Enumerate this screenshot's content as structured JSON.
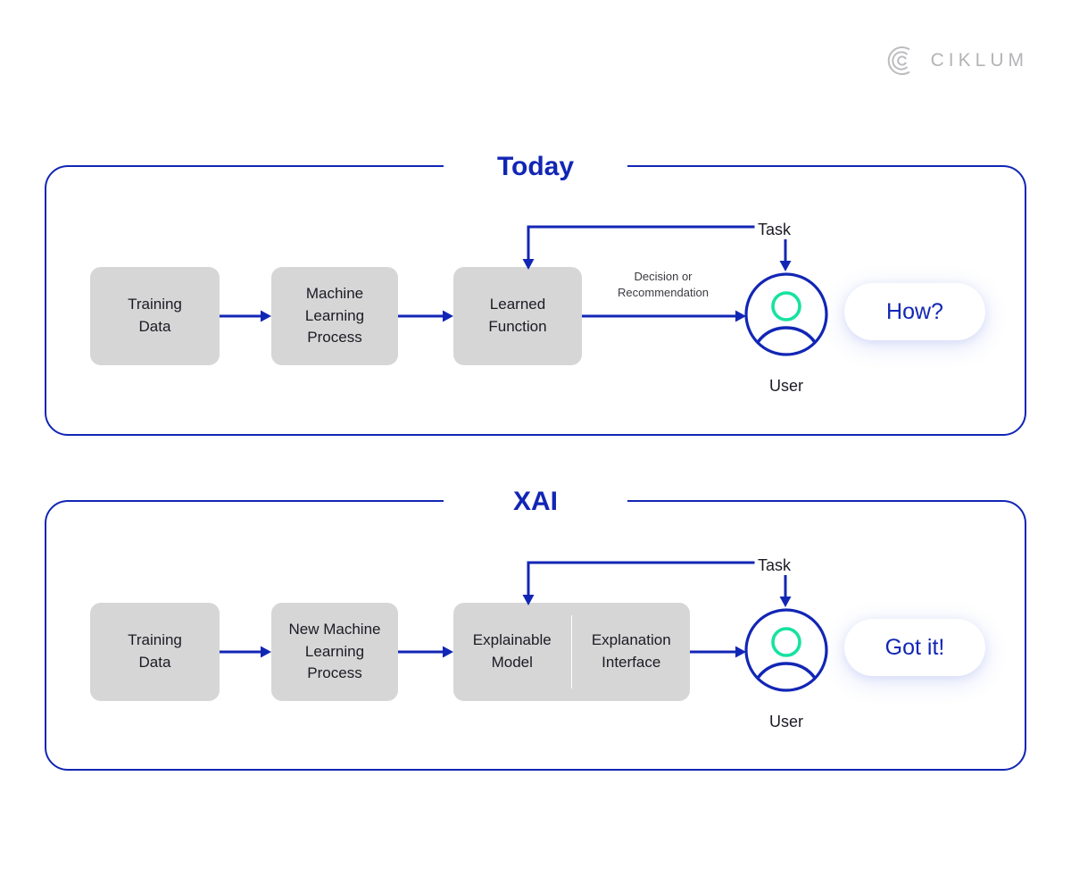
{
  "brand": {
    "name": "CIKLUM",
    "mark_icon": "ciklum-c-icon"
  },
  "panels": [
    {
      "id": "today",
      "title": "Today",
      "boxes": [
        {
          "name": "training-data",
          "lines": "Training\nData"
        },
        {
          "name": "machine-learning-process",
          "lines": "Machine\nLearning\nProcess"
        },
        {
          "name": "learned-function",
          "lines": "Learned\nFunction"
        }
      ],
      "edge_label": "Decision or\nRecommendation",
      "task_label": "Task",
      "user_label": "User",
      "bubble": "How?"
    },
    {
      "id": "xai",
      "title": "XAI",
      "boxes": [
        {
          "name": "training-data",
          "lines": "Training\nData"
        },
        {
          "name": "new-machine-learning-process",
          "lines": "New Machine\nLearning\nProcess"
        },
        {
          "name": "explainable-model",
          "lines": "Explainable\nModel"
        },
        {
          "name": "explanation-interface",
          "lines": "Explanation\nInterface"
        }
      ],
      "edge_label": "",
      "task_label": "Task",
      "user_label": "User",
      "bubble": "Got it!"
    }
  ],
  "colors": {
    "blue": "#1226b5",
    "green": "#16e2a0",
    "box_gray": "#d6d6d6",
    "brand_gray": "#b4b4b8",
    "text": "#1b1b24"
  }
}
